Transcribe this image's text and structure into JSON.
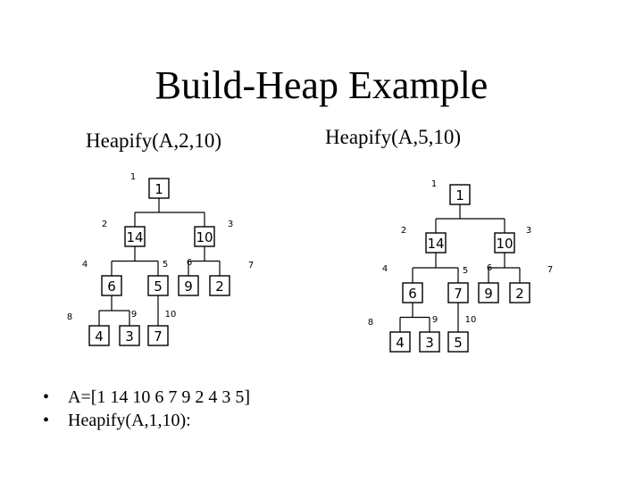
{
  "title": "Build-Heap Example",
  "left": {
    "caption": "Heapify(A,2,10)",
    "nodes": [
      {
        "index": "1",
        "value": "1"
      },
      {
        "index": "2",
        "value": "14"
      },
      {
        "index": "3",
        "value": "10"
      },
      {
        "index": "4",
        "value": "6"
      },
      {
        "index": "5",
        "value": "5"
      },
      {
        "index": "6",
        "value": "9"
      },
      {
        "index": "7",
        "value": "2"
      },
      {
        "index": "8",
        "value": "4"
      },
      {
        "index": "9",
        "value": "3"
      },
      {
        "index": "10",
        "value": "7"
      }
    ]
  },
  "right": {
    "caption": "Heapify(A,5,10)",
    "nodes": [
      {
        "index": "1",
        "value": "1"
      },
      {
        "index": "2",
        "value": "14"
      },
      {
        "index": "3",
        "value": "10"
      },
      {
        "index": "4",
        "value": "6"
      },
      {
        "index": "5",
        "value": "7"
      },
      {
        "index": "6",
        "value": "9"
      },
      {
        "index": "7",
        "value": "2"
      },
      {
        "index": "8",
        "value": "4"
      },
      {
        "index": "9",
        "value": "3"
      },
      {
        "index": "10",
        "value": "5"
      }
    ]
  },
  "bullets": [
    "A=[1 14 10 6 7 9 2 4 3 5]",
    "Heapify(A,1,10):"
  ],
  "bullet_symbol": "•"
}
